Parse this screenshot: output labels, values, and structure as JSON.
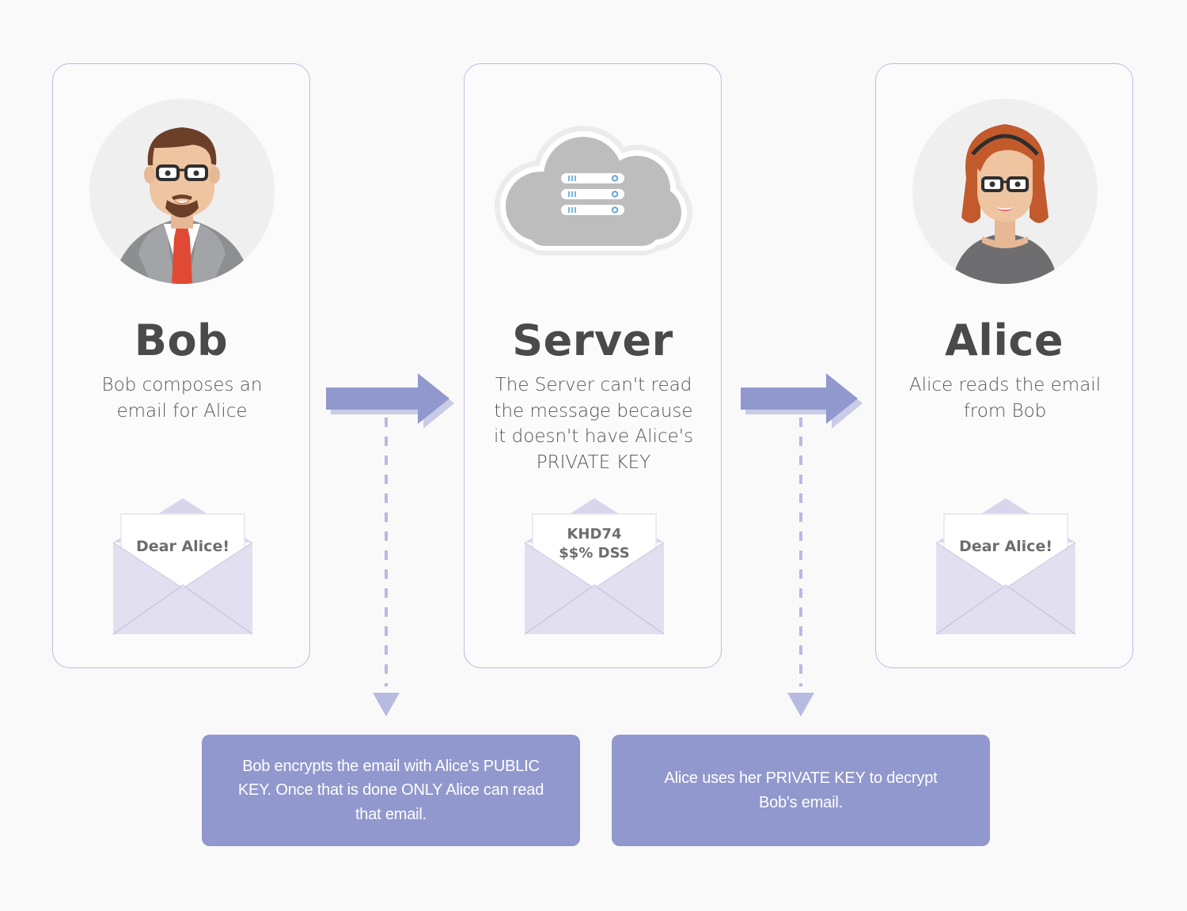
{
  "cards": {
    "bob": {
      "title": "Bob",
      "description": "Bob composes an email for Alice",
      "letter": "Dear Alice!"
    },
    "server": {
      "title": "Server",
      "description": "The Server can't read the message because it doesn't have Alice's PRIVATE KEY",
      "letter_line1": "KHD74",
      "letter_line2": "$$% DSS"
    },
    "alice": {
      "title": "Alice",
      "description": "Alice reads the email from Bob",
      "letter": "Dear Alice!"
    }
  },
  "notes": {
    "encrypt": "Bob encrypts the email with Alice's PUBLIC KEY. Once that is done ONLY Alice can read that email.",
    "decrypt": "Alice uses her PRIVATE KEY to decrypt Bob's email."
  },
  "colors": {
    "accent": "#9198cd",
    "card_border": "#b9bde0",
    "envelope": "#e2e0f0",
    "text": "#4a4a4a"
  }
}
